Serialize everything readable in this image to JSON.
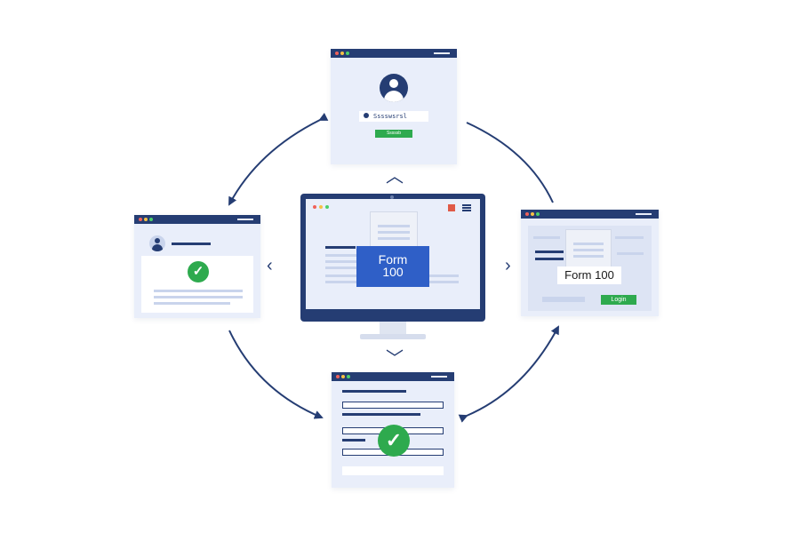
{
  "login_window": {
    "username_text": "Sssswsrsl",
    "button_text": "Sssssb"
  },
  "center_monitor": {
    "form_line1": "Form",
    "form_line2": "100"
  },
  "right_window": {
    "form_label": "Form 100",
    "login_button": "Login"
  },
  "colors": {
    "navy": "#253d73",
    "panel": "#e9eefa",
    "accent_blue": "#2f5fc7",
    "green": "#2eaa4e"
  }
}
